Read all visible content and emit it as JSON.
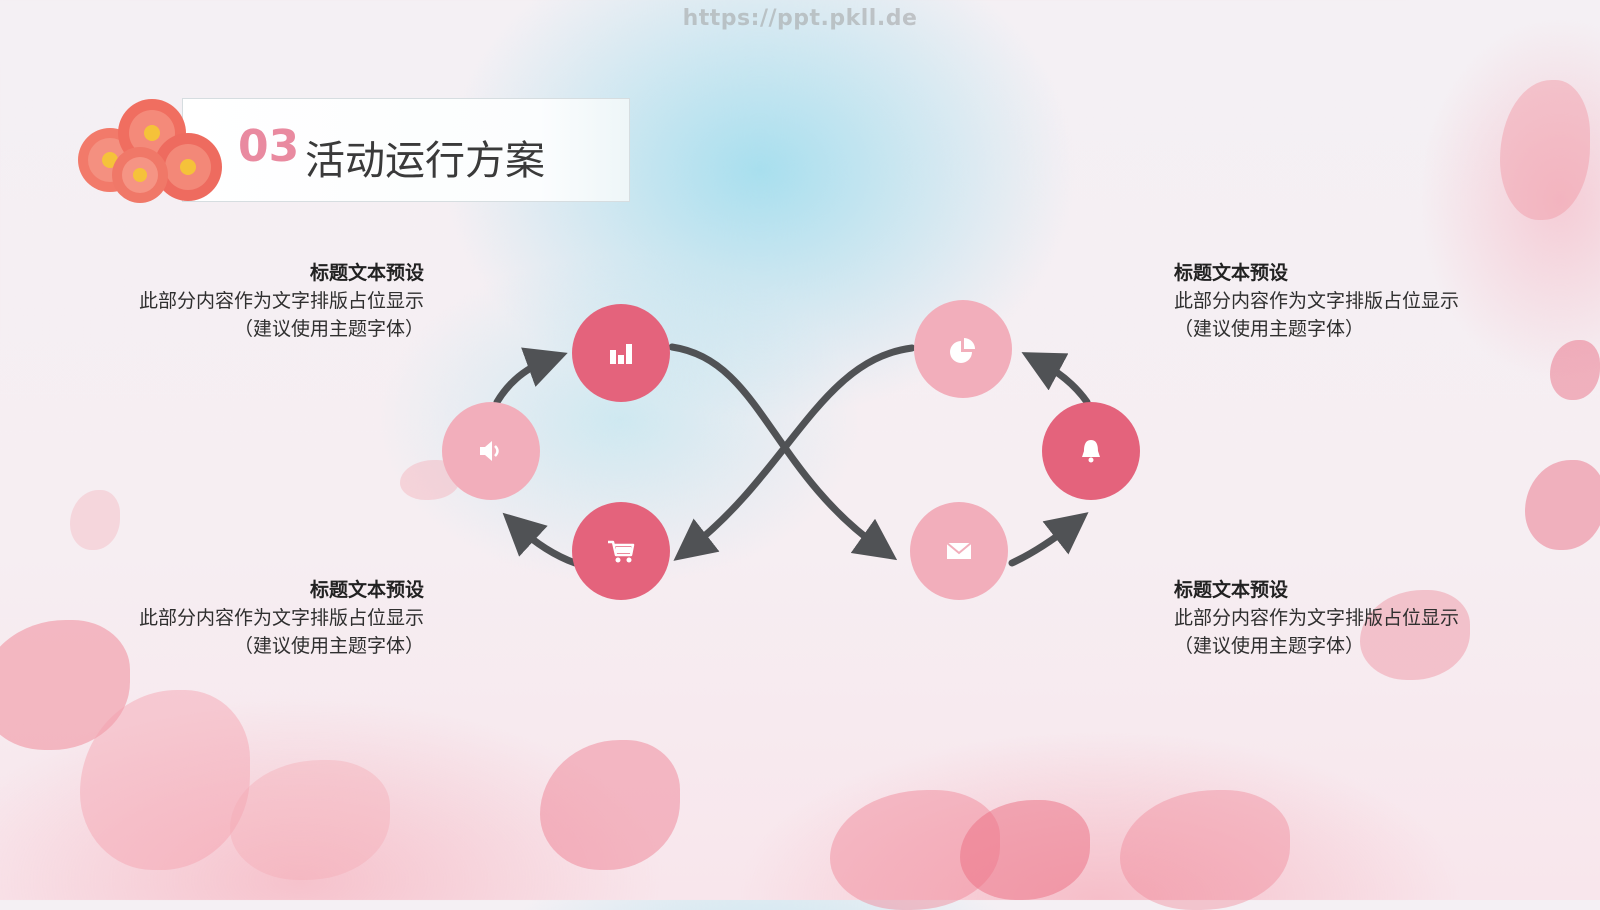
{
  "watermark": "https://ppt.pkll.de",
  "section": {
    "number": "03",
    "title": "活动运行方案"
  },
  "blocks": [
    {
      "heading": "标题文本预设",
      "line1": "此部分内容作为文字排版占位显示",
      "line2": "（建议使用主题字体）"
    },
    {
      "heading": "标题文本预设",
      "line1": "此部分内容作为文字排版占位显示",
      "line2": "（建议使用主题字体）"
    },
    {
      "heading": "标题文本预设",
      "line1": "此部分内容作为文字排版占位显示",
      "line2": "（建议使用主题字体）"
    },
    {
      "heading": "标题文本预设",
      "line1": "此部分内容作为文字排版占位显示",
      "line2": "（建议使用主题字体）"
    }
  ],
  "nodes": [
    {
      "icon": "bar-chart-icon",
      "tone": "dark"
    },
    {
      "icon": "speaker-icon",
      "tone": "light"
    },
    {
      "icon": "shopping-cart-icon",
      "tone": "dark"
    },
    {
      "icon": "pie-chart-icon",
      "tone": "light"
    },
    {
      "icon": "bell-icon",
      "tone": "dark"
    },
    {
      "icon": "mail-icon",
      "tone": "light"
    }
  ],
  "colors": {
    "accent_dark": "#e4637c",
    "accent_light": "#f2aebb",
    "arrow": "#505255",
    "title_number": "#e98aa0"
  }
}
